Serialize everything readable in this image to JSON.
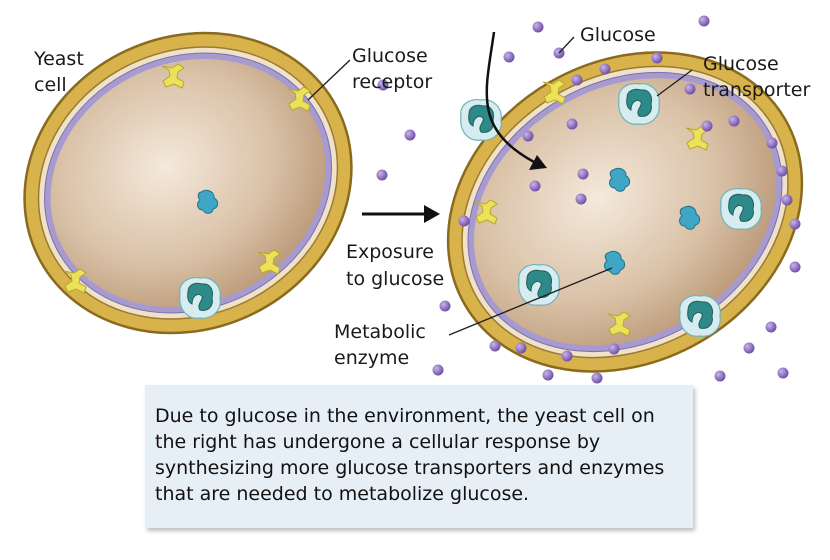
{
  "labels": {
    "yeast_cell_line1": "Yeast",
    "yeast_cell_line2": "cell",
    "glucose_receptor_line1": "Glucose",
    "glucose_receptor_line2": "receptor",
    "glucose": "Glucose",
    "glucose_transporter_line1": "Glucose",
    "glucose_transporter_line2": "transporter",
    "exposure_line1": "Exposure",
    "exposure_line2": "to glucose",
    "metabolic_enzyme_line1": "Metabolic",
    "metabolic_enzyme_line2": "enzyme"
  },
  "caption": {
    "text": "Due to glucose in the environment, the yeast cell on the right has undergone a cellular response by synthesizing more glucose transporters and enzymes that are needed to metabolize glucose."
  },
  "colors": {
    "cell_wall": "#d8b24a",
    "cell_wall_edge": "#8a6a1e",
    "membrane": "#a79ad0",
    "cytoplasm": "#c9ad8f",
    "receptor": "#e7dd4e",
    "transporter": "#2f8c8a",
    "enzyme": "#3ba3c4",
    "glucose_molecule": "#7b5bb0",
    "caption_bg": "#e6eef6"
  },
  "icons": [
    "arrow-right-icon",
    "curved-arrow-icon"
  ]
}
